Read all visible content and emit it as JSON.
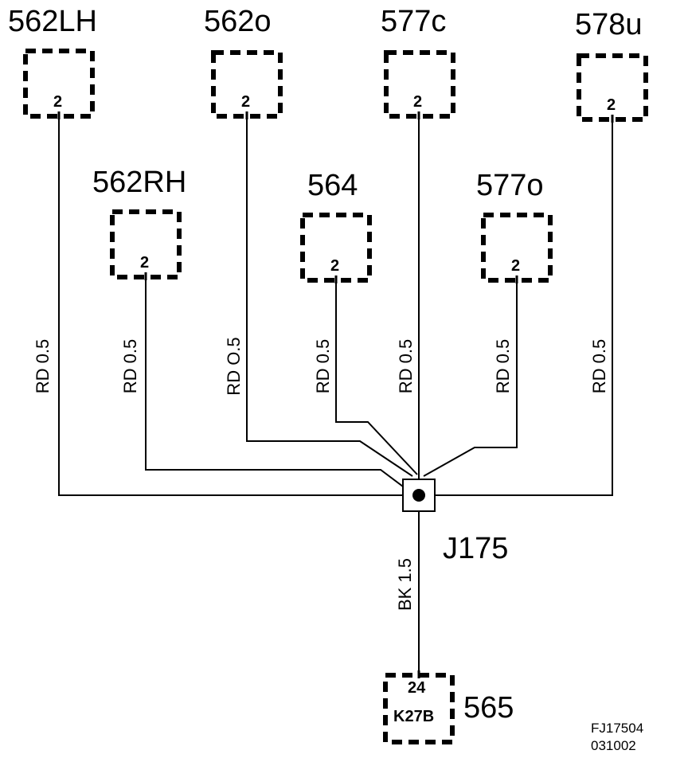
{
  "components": {
    "c562LH": {
      "title": "562LH",
      "pin": "2"
    },
    "c562o": {
      "title": "562o",
      "pin": "2"
    },
    "c577c": {
      "title": "577c",
      "pin": "2"
    },
    "c578u": {
      "title": "578u",
      "pin": "2"
    },
    "c562RH": {
      "title": "562RH",
      "pin": "2"
    },
    "c564": {
      "title": "564",
      "pin": "2"
    },
    "c577o": {
      "title": "577o",
      "pin": "2"
    },
    "c565": {
      "title": "565",
      "pin": "24",
      "connector": "K27B"
    }
  },
  "wires": {
    "w562LH": "RD  0.5",
    "w562RH": "RD  0.5",
    "w562o": "RD  O.5",
    "w564": "RD  0.5",
    "w577c": "RD  0.5",
    "w577o": "RD  0.5",
    "w578u": "RD  0.5",
    "w565": "BK  1.5"
  },
  "junction": {
    "label": "J175"
  },
  "figure": {
    "ref": "FJ17504",
    "date": "031002"
  }
}
